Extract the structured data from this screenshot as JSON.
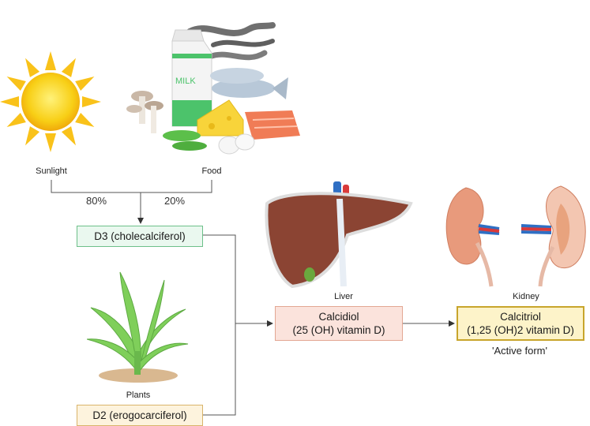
{
  "sources": {
    "sunlight": "Sunlight",
    "food": "Food",
    "sunlight_pct": "80%",
    "food_pct": "20%"
  },
  "boxes": {
    "d3": "D3 (cholecalciferol)",
    "d2": "D2 (erogocarciferol)",
    "calcidiol_line1": "Calcidiol",
    "calcidiol_line2": "(25 (OH) vitamin D)",
    "calcitriol_line1": "Calcitriol",
    "calcitriol_line2": "(1,25 (OH)2 vitamin D)"
  },
  "organs": {
    "liver": "Liver",
    "kidney": "Kidney",
    "plants": "Plants"
  },
  "notes": {
    "active_form": "'Active form'"
  },
  "food_items": {
    "milk_label": "MILK"
  },
  "icons": [
    "sun-icon",
    "food-illustration",
    "plant-icon",
    "liver-icon",
    "kidney-icon"
  ],
  "colors": {
    "d3_fill": "#eaf8ef",
    "d3_border": "#6dc08a",
    "d2_fill": "#fdf3dd",
    "d2_border": "#d9b46a",
    "calcidiol_fill": "#fbe3dc",
    "calcidiol_border": "#e3a793",
    "calcitriol_fill": "#fdf3c9",
    "calcitriol_border": "#c8a52c"
  }
}
